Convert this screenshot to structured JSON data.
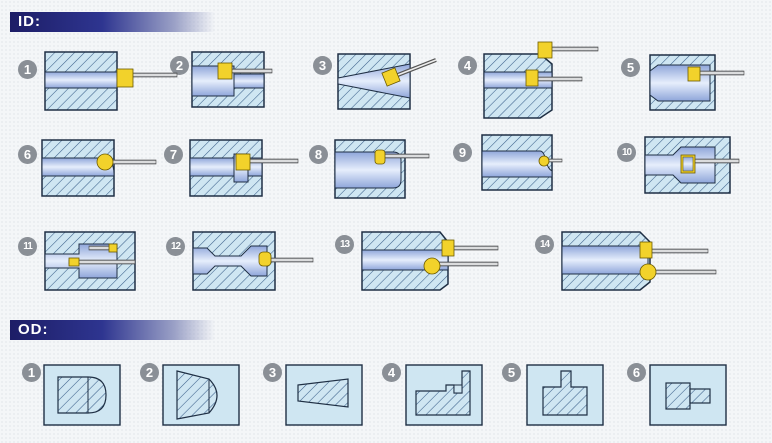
{
  "sections": {
    "id": {
      "title": "ID:"
    },
    "od": {
      "title": "OD:"
    }
  },
  "id_items": [
    "1",
    "2",
    "3",
    "4",
    "5",
    "6",
    "7",
    "8",
    "9",
    "10",
    "11",
    "12",
    "13",
    "14"
  ],
  "od_items": [
    "1",
    "2",
    "3",
    "4",
    "5",
    "6"
  ],
  "colors": {
    "hatch_stroke": "#2b4f7a",
    "part_fill": "#cfe6f2",
    "bore_fill": "#a9bfe8",
    "tool_insert": "#f2d22b",
    "outline": "#1f2f44",
    "number_badge": "#8a8f96"
  }
}
